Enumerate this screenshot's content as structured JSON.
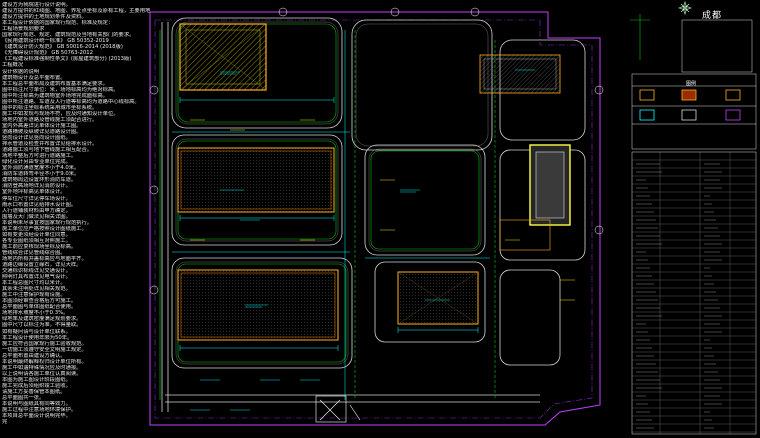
{
  "drawing": {
    "city_name": "成都",
    "legend_title": "图例",
    "legend_items": [
      "",
      "",
      ""
    ],
    "colors": {
      "background": "#000000",
      "road_edge": "#d6d6d6",
      "property_line": "#c040ff",
      "building_outline": "#ffb020",
      "building_hatch": "#c8b400",
      "green": "#00c800",
      "dimension": "#00ffff",
      "text": "#e8e8e8"
    }
  },
  "notes": {
    "lines": [
      "建设方为我院进行设计说明。",
      "建设方提供的红线图、地图、界址点坐标及原有工程，主要用地",
      "建设方提供的土地规划条件及资料。",
      "本工程设计依据的国家现行规范、标准及规定：",
      "工程场景规划要求",
      "国家现行规范、规定、建筑规范及当地有关部门的要求。",
      "《民用建筑设计统一标准》 GB 50352-2019",
      "《建筑设计防火规范》 GB 50016-2014 (2018版)",
      "《无障碍设计规范》 GB 50763-2012",
      "《工程建设标准强制性条文》(房屋建筑部分) (2013版)",
      "工程概况",
      "设计依据的说明",
      "建筑物设计及总平面布置。",
      "本工程总平面布局及建筑布置基本满足要求。",
      "图中标注尺寸单位：米，场地标高均为绝对标高。",
      "图中所注标高为建筑物室外场地完成面标高。",
      "图中所注道路、车道及人行道等标高均为道路中心线标高。",
      "图中的标注坐标系统采用城市坐标系统。",
      "施工中如发现与现场不符，应及时通知设计单位。",
      "场地内室外道路及管线施工须配合进行。",
      "室内外高差详见单体设计施工图。",
      "道路横坡及纵坡详见道路设计图。",
      "竖向设计详见竖向设计图纸。",
      "排水管道及检查井布置详见给排水设计。",
      "道路施工须与地下管线施工相互配合。",
      "场地平整后方可进行道路施工。",
      "绿化设计另由专业单位完成。",
      "室外消防通道宽度不小于4.0米。",
      "消防车道转弯半径不小于9.0米。",
      "建筑物周边设置环形消防车道。",
      "消防登高场地详见消防设计。",
      "室外地坪标高见单体设计。",
      "停车位尺寸详见停车场设计。",
      "雨水口布置详见给排水设计图。",
      "人行道铺装材料由甲方确定。",
      "围墙及大门做法见相关详图。",
      "本说明未尽事宜按国家现行规范执行。",
      "施工单位应严格按照设计图纸施工。",
      "如有变更须经设计单位同意。",
      "各专业图纸须相互对照施工。",
      "施工前应复核现场坐标及标高。",
      "管线综合详见管线综合图。",
      "场地内所有井盖标高应与地面平齐。",
      "道路边缘设置立缘石，详见大样。",
      "交通标识标线详见交通设计。",
      "照明灯具布置详见电气设计。",
      "本工程总图尺寸均以米计。",
      "其余未注明处详见相关规范。",
      "施工中注意保护现有设施。",
      "本图须经审查合格后方可施工。",
      "总平面图与单体图纸配合使用。",
      "场地排水坡度不小于0.3%。",
      "绿地率及建筑密度满足规划要求。",
      "图中尺寸以标注为准，不得量取。",
      "如有疑问请与设计单位联系。",
      "本工程设计使用年限为50年。",
      "施工应符合国家现行施工验收规范。",
      "一切施工须遵守安全文明施工规定。",
      "总平面布置由建设方确认。",
      "本说明最终解释权归设计单位所有。",
      "施工中如遇特殊情况应及时通报。",
      "以上说明请各施工单位认真阅读。",
      "本图为施工图设计阶段图纸。",
      "施工完成后须组织竣工验收。",
      "请施工方妥善保管本图纸。",
      "总平面图共一张。",
      "本说明与图纸具有同等效力。",
      "施工过程中注意场地环境保护。",
      "本项目总平面设计说明完毕。",
      "完"
    ]
  }
}
